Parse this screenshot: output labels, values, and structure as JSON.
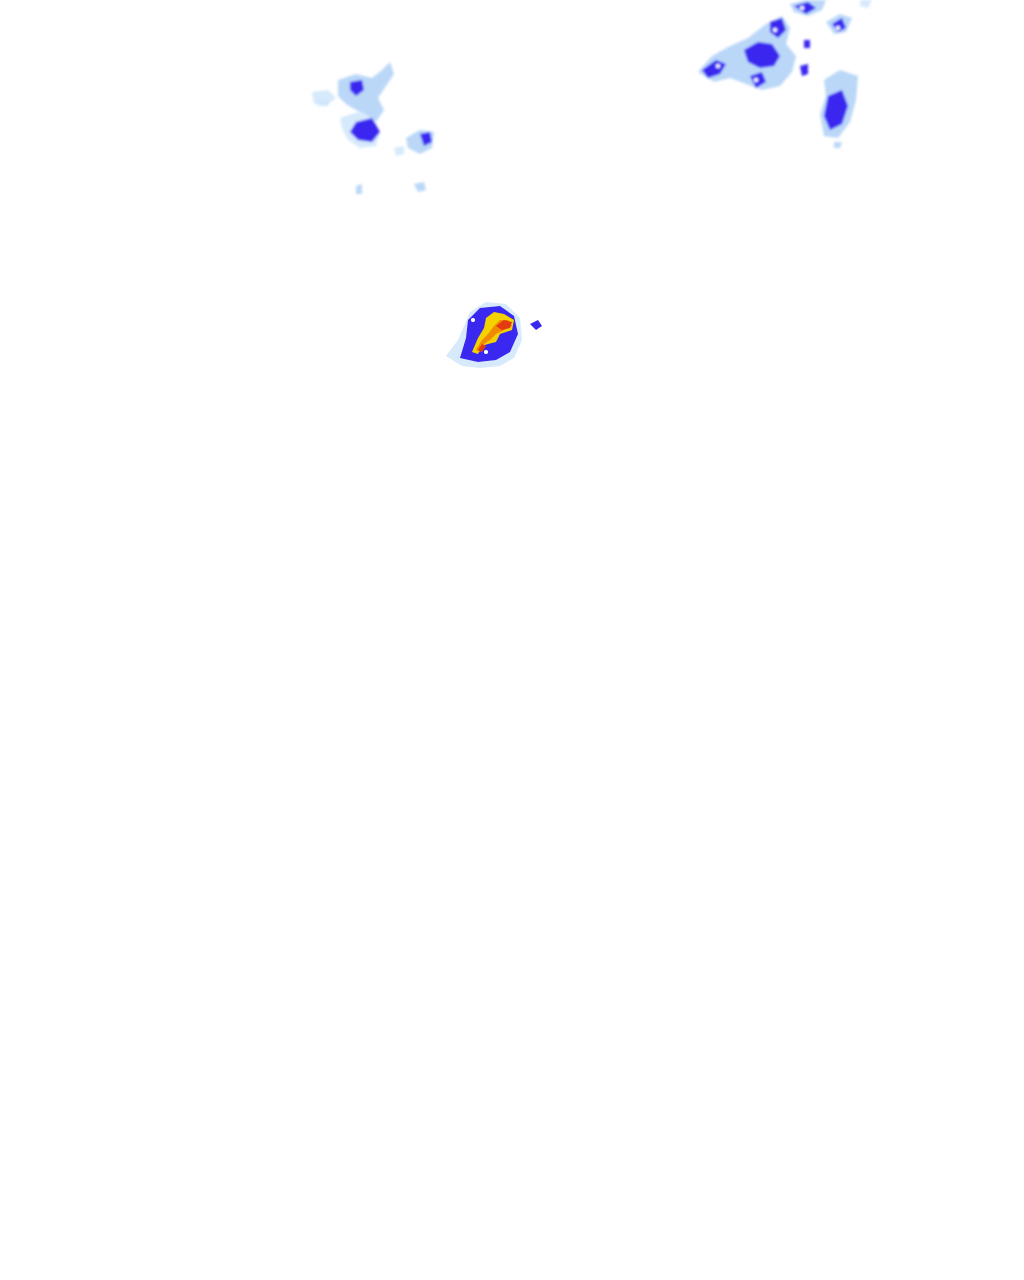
{
  "map": {
    "type": "precipitation-radar-overlay",
    "background": "#ffffff",
    "intensity_colors": {
      "very_light": "#cfe6fb",
      "light": "#a9cdf6",
      "moderate": "#3b28f0",
      "heavy": "#f4d200",
      "very_heavy": "#f08a00",
      "extreme": "#e43a12"
    },
    "echo_regions": [
      {
        "id": "north-west-cluster",
        "peak_intensity": "moderate"
      },
      {
        "id": "north-east-cluster",
        "peak_intensity": "moderate"
      },
      {
        "id": "central-storm-cell",
        "peak_intensity": "extreme"
      }
    ]
  }
}
